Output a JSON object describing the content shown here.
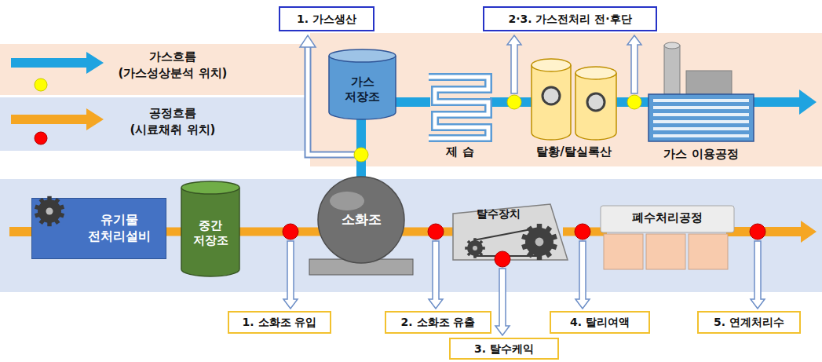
{
  "diagram": {
    "nodes": [
      {
        "text": [
          "1. 가스생산"
        ]
      },
      {
        "text": [
          "2·3. 가스전처리 전·후단"
        ]
      },
      {
        "text": [
          "가스 저장조"
        ]
      },
      {
        "text": [
          "제 습"
        ]
      },
      {
        "text": [
          "탈황/탈실록산"
        ]
      },
      {
        "text": [
          "가스 이용공정"
        ]
      },
      {
        "text": [
          "유기물 전처리설비"
        ]
      },
      {
        "text": [
          "중간 저장조"
        ]
      },
      {
        "text": [
          "소화조"
        ]
      },
      {
        "text": [
          "탈수장치"
        ]
      },
      {
        "text": [
          "폐수처리공정"
        ]
      },
      {
        "text": [
          "1. 소화조 유입"
        ]
      },
      {
        "text": [
          "2. 소화조 유출"
        ]
      },
      {
        "text": [
          "3. 탈수케익"
        ]
      },
      {
        "text": [
          "4. 탈리여액"
        ]
      },
      {
        "text": [
          "5. 연계처리수"
        ]
      }
    ],
    "edges": [
      {
        "from": 6,
        "to": 7,
        "arrow": "none"
      },
      {
        "from": 7,
        "to": 8,
        "arrow": "none"
      },
      {
        "from": 8,
        "to": 9,
        "arrow": "none"
      },
      {
        "from": 9,
        "to": 10,
        "arrow": "none"
      },
      {
        "from": 8,
        "to": 2,
        "arrow": "none"
      },
      {
        "from": 2,
        "to": 3,
        "arrow": "none"
      },
      {
        "from": 3,
        "to": 4,
        "arrow": "none"
      },
      {
        "from": 4,
        "to": 5,
        "arrow": "none"
      }
    ],
    "legend": [
      {
        "text": "가스흐름 (가스성상분석 위치)"
      },
      {
        "text": "공정흐름 (시료채취 위치)"
      }
    ]
  }
}
